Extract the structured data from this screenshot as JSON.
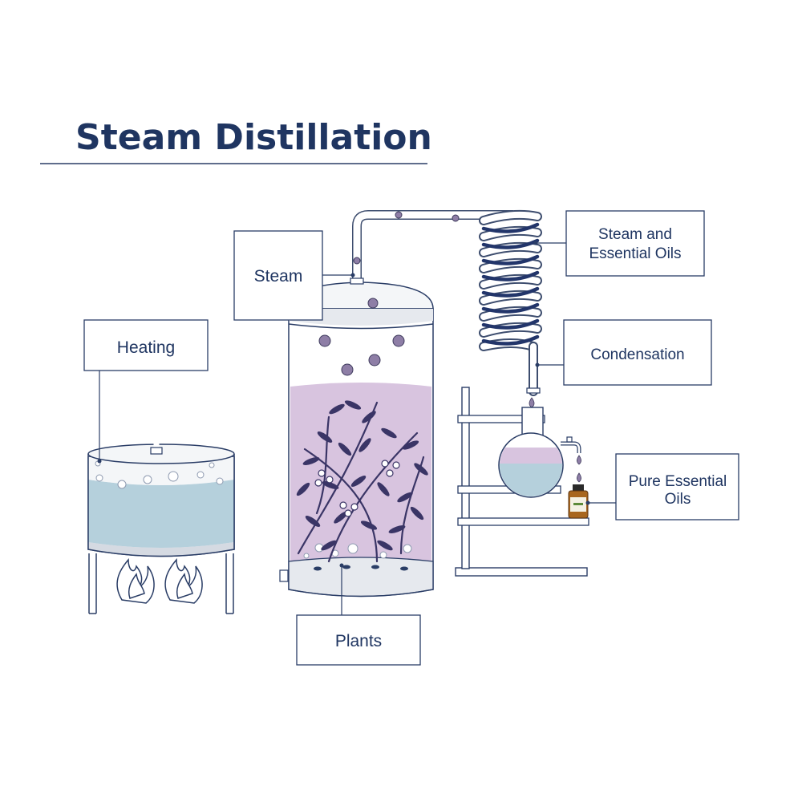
{
  "title": "Steam Distillation",
  "labels": {
    "heating": "Heating",
    "steam": "Steam",
    "plants": "Plants",
    "steam_oils_line1": "Steam and",
    "steam_oils_line2": "Essential Oils",
    "condensation": "Condensation",
    "pure_line1": "Pure Essential",
    "pure_line2": "Oils"
  },
  "colors": {
    "navy": "#1f3561",
    "outline": "#2a3d66",
    "water": "#b5d0dc",
    "plant_liquid": "#d8c4df",
    "vessel_grey": "#e6e9ee",
    "bubble": "#8e7ea6"
  },
  "icons": [
    "flame-icon",
    "plant-icon",
    "bubble-icon",
    "drop-icon",
    "oil-bottle-icon",
    "faucet-icon"
  ]
}
